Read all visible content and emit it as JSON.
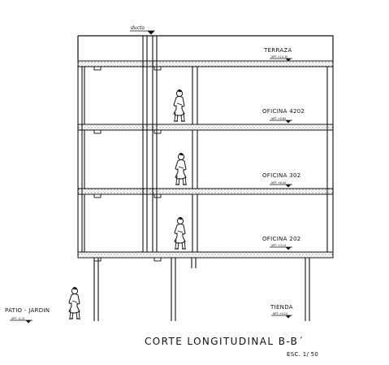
{
  "drawing": {
    "title": "CORTE LONGITUDINAL B-B´",
    "scale": "ESC. 1/ 50",
    "labels": {
      "ducto": "ducto",
      "terraza": "TERRAZA",
      "oficina_4202": "OFICINA 4202",
      "oficina_302": "OFICINA 302",
      "oficina_202": "OFICINA 202",
      "tienda": "TIENDA",
      "patio_jardin": "PATIO - JARDIN"
    },
    "levels": {
      "terraza": "NPT +13.10",
      "oficina_4202": "NPT +9.80",
      "oficina_302": "NPT +6.50",
      "oficina_202": "NPT +3.10",
      "tienda": "NPT +0.10",
      "patio_jardin": "NPT -0.15"
    },
    "colors": {
      "line": "#111111",
      "slab_dot": "#555555",
      "background": "#ffffff"
    }
  }
}
